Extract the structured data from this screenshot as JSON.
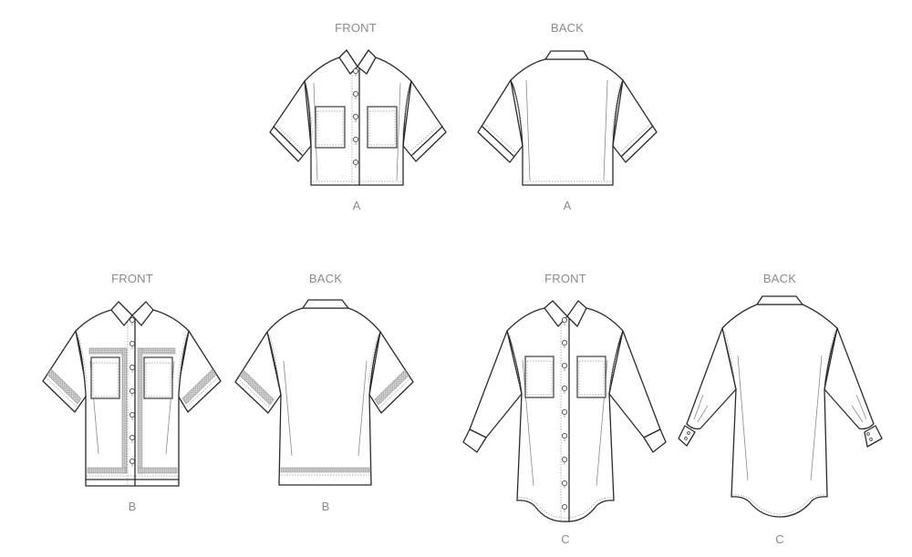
{
  "sheet": {
    "type": "sewing pattern technical flats",
    "line_color": "#2a2a2a",
    "label_color": "#8a8a8a"
  },
  "views": [
    {
      "id": "A-front",
      "view_label": "FRONT",
      "variant": "A",
      "sleeve": "short, wide cuff",
      "length": "cropped",
      "pockets": 2,
      "buttons": 5
    },
    {
      "id": "A-back",
      "view_label": "BACK",
      "variant": "A",
      "sleeve": "short, wide cuff",
      "length": "cropped"
    },
    {
      "id": "B-front",
      "view_label": "FRONT",
      "variant": "B",
      "sleeve": "short with trim band",
      "length": "hip",
      "pockets": 2,
      "buttons": 7,
      "trim": "contrast band at yoke, placket, hem, sleeves"
    },
    {
      "id": "B-back",
      "view_label": "BACK",
      "variant": "B",
      "sleeve": "short with trim band",
      "length": "hip",
      "trim": "contrast band at hem and sleeves"
    },
    {
      "id": "C-front",
      "view_label": "FRONT",
      "variant": "C",
      "sleeve": "long with cuff",
      "length": "tunic, curved shirttail hem",
      "pockets": 2,
      "buttons": 9
    },
    {
      "id": "C-back",
      "view_label": "BACK",
      "variant": "C",
      "sleeve": "long with pleated buttoned cuff",
      "length": "tunic, curved shirttail hem"
    }
  ]
}
